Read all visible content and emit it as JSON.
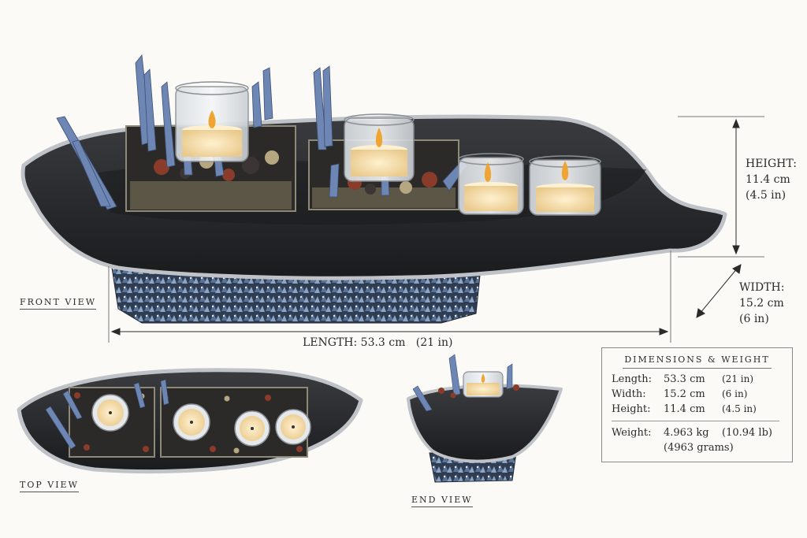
{
  "labels": {
    "front_view": "FRONT VIEW",
    "top_view": "TOP VIEW",
    "end_view": "END VIEW"
  },
  "dimension_callouts": {
    "height": [
      "HEIGHT:",
      "11.4 cm",
      "(4.5 in)"
    ],
    "width": [
      "WIDTH:",
      "15.2 cm",
      "(6 in)"
    ],
    "length": "LENGTH: 53.3 cm   (21 in)"
  },
  "dims_box": {
    "title": "DIMENSIONS & WEIGHT",
    "rows": [
      {
        "label": "Length:",
        "metric": "53.3 cm",
        "imperial": "(21 in)"
      },
      {
        "label": "Width:",
        "metric": "15.2 cm",
        "imperial": "(6 in)"
      },
      {
        "label": "Height:",
        "metric": "11.4 cm",
        "imperial": "(4.5 in)"
      }
    ],
    "weight": {
      "label": "Weight:",
      "metric": "4.963 kg",
      "imperial": "(10.94 lb)",
      "grams": "(4963 grams)"
    }
  },
  "colors": {
    "stone": "#2e3033",
    "stone_dark": "#1c1d1f",
    "rim": "#c9ccd0",
    "crystal": "#6d86b4",
    "crystal_light": "#b9c9e6",
    "wax": "#f3d9a3",
    "flame": "#f0a431",
    "jasper": "#8b3b2a",
    "pyrite": "#b7a780",
    "ink": "#2a2a2a"
  }
}
